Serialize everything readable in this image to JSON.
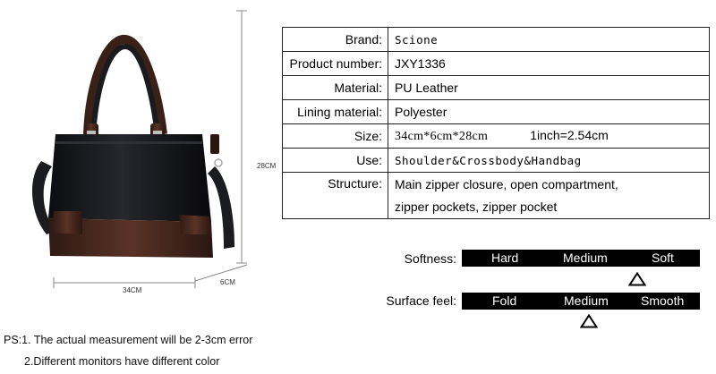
{
  "dimensions": {
    "height": "28CM",
    "width": "34CM",
    "depth": "6CM"
  },
  "specs": [
    {
      "key": "Brand:",
      "value": "Scione"
    },
    {
      "key": "Product number:",
      "value": "JXY1336"
    },
    {
      "key": "Material:",
      "value": "PU Leather"
    },
    {
      "key": "Lining material:",
      "value": "Polyester"
    },
    {
      "key": "Size:",
      "value": "34cm*6cm*28cm",
      "extra": "1inch=2.54cm"
    },
    {
      "key": "Use:",
      "value": "Shoulder&Crossbody&Handbag"
    },
    {
      "key": "Structure:",
      "lines": [
        "Main zipper closure, open compartment,",
        "zipper pockets, zipper pocket"
      ]
    }
  ],
  "softness": {
    "label": "Softness:",
    "options": [
      "Hard",
      "Medium",
      "Soft"
    ]
  },
  "surface_feel": {
    "label": "Surface feel:",
    "options": [
      "Fold",
      "Medium",
      "Smooth"
    ]
  },
  "notes": [
    "PS:1. The actual measurement will be 2-3cm error",
    "2.Different monitors have different color"
  ],
  "colors": {
    "bag_body": "#15161a",
    "bag_trim": "#4a2a20",
    "scale_bar": "#000000",
    "scale_text": "#ffffff"
  }
}
